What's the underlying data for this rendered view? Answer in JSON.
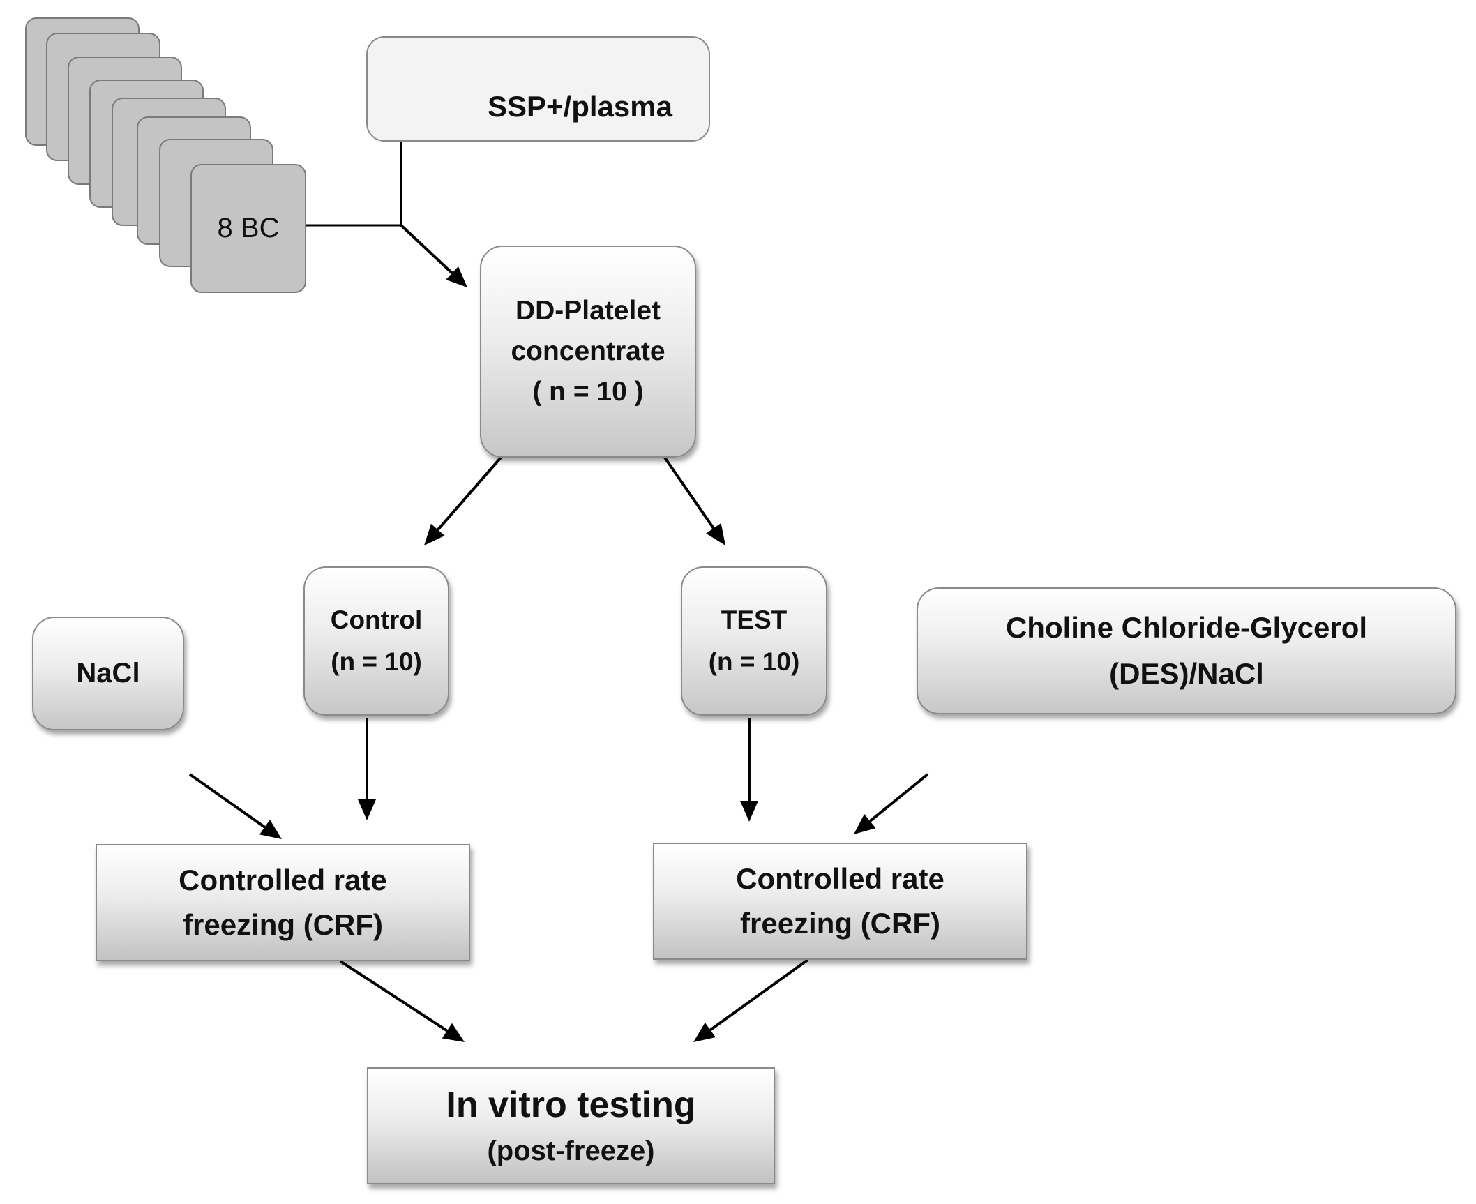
{
  "nodes": {
    "bc": {
      "label": "8 BC"
    },
    "ssp": {
      "label": "SSP+/plasma"
    },
    "dd": {
      "lines": [
        "DD-Platelet",
        "concentrate",
        "( n = 10 )"
      ]
    },
    "control": {
      "lines": [
        "Control",
        "(n = 10)"
      ]
    },
    "test": {
      "lines": [
        "TEST",
        "(n = 10)"
      ]
    },
    "nacl": {
      "label": "NaCl"
    },
    "des": {
      "lines": [
        "Choline Chloride-Glycerol",
        "(DES)/NaCl"
      ]
    },
    "crf_left": {
      "lines": [
        "Controlled rate",
        "freezing (CRF)"
      ]
    },
    "crf_right": {
      "lines": [
        "Controlled rate",
        "freezing (CRF)"
      ]
    },
    "invitro": {
      "lines": [
        "In vitro testing",
        "(post-freeze)"
      ]
    }
  },
  "colors": {
    "card": "#c4c4c4",
    "border": "#8a8a8a",
    "arrow": "#000000"
  }
}
